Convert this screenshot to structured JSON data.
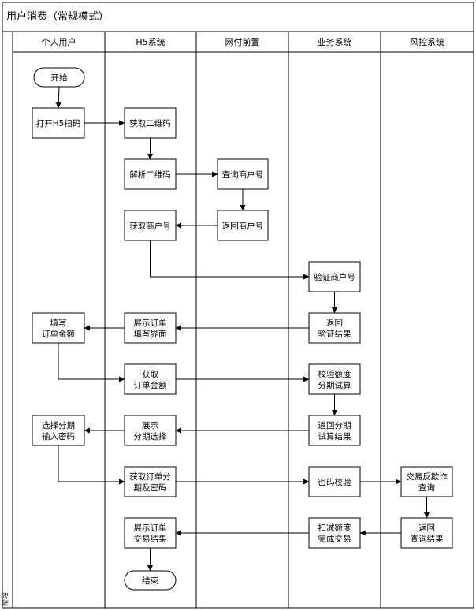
{
  "title": "用户消费（常规模式）",
  "phase_label": "阶段",
  "lanes": [
    "个人用户",
    "H5系统",
    "网付前置",
    "业务系统",
    "风控系统"
  ],
  "nodes": [
    {
      "id": "start",
      "shape": "terminal",
      "lines": [
        "开始"
      ]
    },
    {
      "id": "scan_h5",
      "shape": "process",
      "lines": [
        "打开H5扫码"
      ]
    },
    {
      "id": "get_qr",
      "shape": "process",
      "lines": [
        "获取二维码"
      ]
    },
    {
      "id": "parse_qr",
      "shape": "process",
      "lines": [
        "解析二维码"
      ]
    },
    {
      "id": "query_merchant",
      "shape": "process",
      "lines": [
        "查询商户号"
      ]
    },
    {
      "id": "return_merchant",
      "shape": "process",
      "lines": [
        "返回商户号"
      ]
    },
    {
      "id": "get_merchant",
      "shape": "process",
      "lines": [
        "获取商户号"
      ]
    },
    {
      "id": "verify_merchant",
      "shape": "process",
      "lines": [
        "验证商户号"
      ]
    },
    {
      "id": "return_verify",
      "shape": "process",
      "lines": [
        "返回",
        "验证结果"
      ]
    },
    {
      "id": "show_order_ui",
      "shape": "process",
      "lines": [
        "展示订单",
        "填写界面"
      ]
    },
    {
      "id": "fill_amount",
      "shape": "process",
      "lines": [
        "填写",
        "订单金额"
      ]
    },
    {
      "id": "get_amount",
      "shape": "process",
      "lines": [
        "获取",
        "订单金额"
      ]
    },
    {
      "id": "check_quota",
      "shape": "process",
      "lines": [
        "校验额度",
        "分期试算"
      ]
    },
    {
      "id": "return_installment",
      "shape": "process",
      "lines": [
        "返回分期",
        "试算结果"
      ]
    },
    {
      "id": "show_installment",
      "shape": "process",
      "lines": [
        "展示",
        "分期选择"
      ]
    },
    {
      "id": "choose_installment",
      "shape": "process",
      "lines": [
        "选择分期",
        "输入密码"
      ]
    },
    {
      "id": "get_installment_pwd",
      "shape": "process",
      "lines": [
        "获取订单分",
        "期及密码"
      ]
    },
    {
      "id": "verify_pwd",
      "shape": "process",
      "lines": [
        "密码校验"
      ]
    },
    {
      "id": "anti_fraud",
      "shape": "process",
      "lines": [
        "交易反欺诈",
        "查询"
      ]
    },
    {
      "id": "return_query",
      "shape": "process",
      "lines": [
        "返回",
        "查询结果"
      ]
    },
    {
      "id": "deduct_quota",
      "shape": "process",
      "lines": [
        "扣减额度",
        "完成交易"
      ]
    },
    {
      "id": "show_trade_result",
      "shape": "process",
      "lines": [
        "展示订单",
        "交易结果"
      ]
    },
    {
      "id": "end",
      "shape": "terminal",
      "lines": [
        "结束"
      ]
    }
  ],
  "edges": [
    {
      "from": "start",
      "to": "scan_h5"
    },
    {
      "from": "scan_h5",
      "to": "get_qr"
    },
    {
      "from": "get_qr",
      "to": "parse_qr"
    },
    {
      "from": "parse_qr",
      "to": "query_merchant"
    },
    {
      "from": "query_merchant",
      "to": "return_merchant"
    },
    {
      "from": "return_merchant",
      "to": "get_merchant"
    },
    {
      "from": "get_merchant",
      "to": "verify_merchant"
    },
    {
      "from": "verify_merchant",
      "to": "return_verify"
    },
    {
      "from": "return_verify",
      "to": "show_order_ui"
    },
    {
      "from": "show_order_ui",
      "to": "fill_amount"
    },
    {
      "from": "fill_amount",
      "to": "get_amount"
    },
    {
      "from": "get_amount",
      "to": "check_quota"
    },
    {
      "from": "check_quota",
      "to": "return_installment"
    },
    {
      "from": "return_installment",
      "to": "show_installment"
    },
    {
      "from": "show_installment",
      "to": "choose_installment"
    },
    {
      "from": "choose_installment",
      "to": "get_installment_pwd"
    },
    {
      "from": "get_installment_pwd",
      "to": "verify_pwd"
    },
    {
      "from": "verify_pwd",
      "to": "anti_fraud"
    },
    {
      "from": "anti_fraud",
      "to": "return_query"
    },
    {
      "from": "return_query",
      "to": "deduct_quota"
    },
    {
      "from": "deduct_quota",
      "to": "show_trade_result"
    },
    {
      "from": "show_trade_result",
      "to": "end"
    }
  ]
}
